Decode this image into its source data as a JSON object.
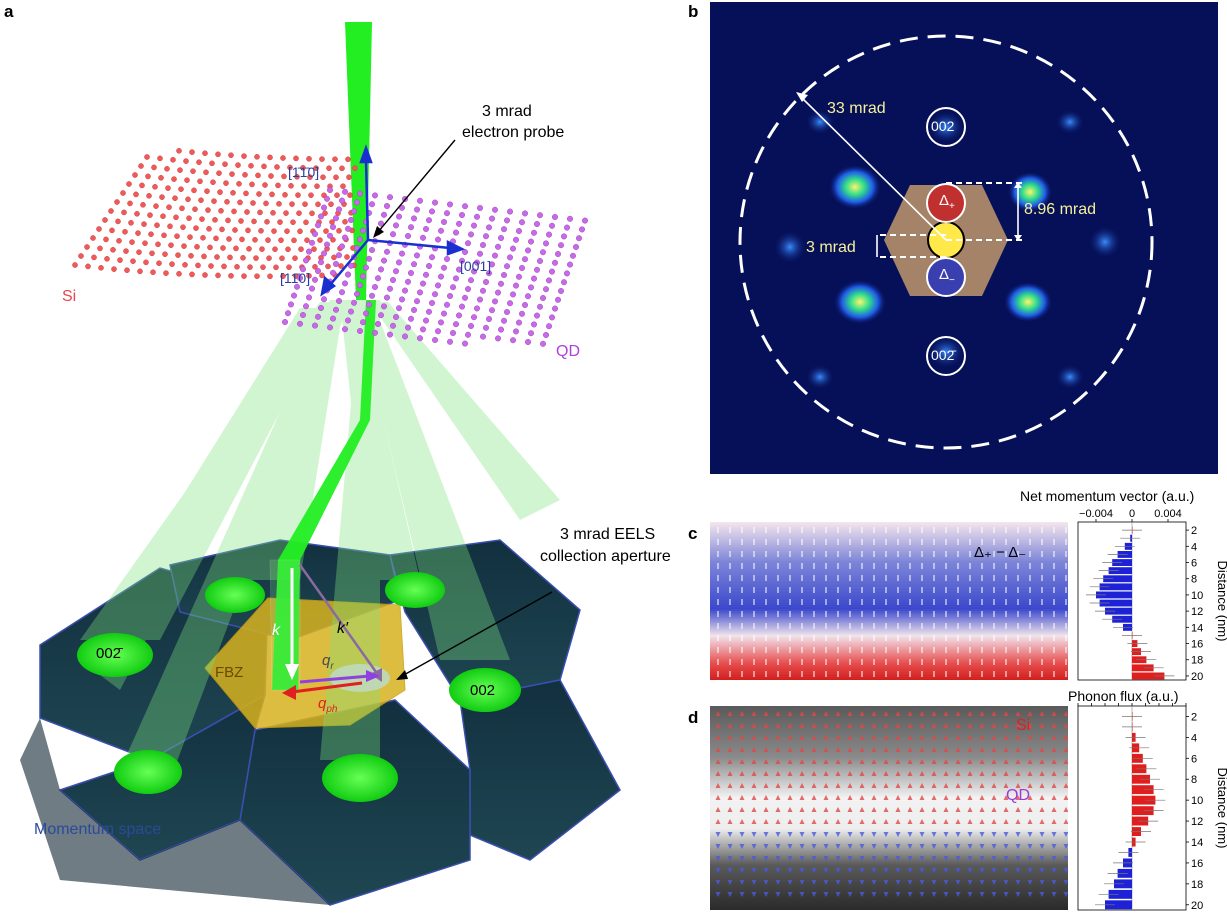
{
  "panels": {
    "a": "a",
    "b": "b",
    "c": "c",
    "d": "d"
  },
  "panel_a": {
    "probe_label_1": "3 mrad",
    "probe_label_2": "electron probe",
    "dir_top": "[1̄1̄0]",
    "dir_left": "[11̄0]",
    "dir_right": "[001]",
    "si_label": "Si",
    "qd_label": "QD",
    "aperture_label_1": "3 mrad EELS",
    "aperture_label_2": "collection aperture",
    "spot_left": "002̄",
    "spot_right": "002",
    "fbz": "FBZ",
    "k": "k",
    "k_prime": "k′",
    "q_r": "q",
    "q_r_sub": "r",
    "q_ph": "q",
    "q_ph_sub": "ph",
    "momentum_space": "Momentum space",
    "colors": {
      "si": "#e8474a",
      "qd": "#b040d8",
      "beam": "#22ee22",
      "axis": "#1a2fd0",
      "momentum": "#2a4a9c"
    }
  },
  "panel_b": {
    "outer_radius": "33 mrad",
    "spot_top": "002",
    "spot_bottom": "002̄",
    "delta_plus": "Δ",
    "delta_plus_sub": "+",
    "delta_minus": "Δ",
    "delta_minus_sub": "−",
    "spacing": "8.96 mrad",
    "aperture": "3 mrad"
  },
  "panel_c": {
    "top_axis_title": "Net momentum vector (a.u.)",
    "map_label": "Δ₊ − Δ₋",
    "axis_right_title": "Distance (nm)"
  },
  "panel_d": {
    "top_axis_title": "Phonon flux (a.u.)",
    "si_label": "Si",
    "qd_label": "QD",
    "axis_right_title": "Distance (nm)"
  },
  "chart_data": [
    {
      "type": "bar",
      "orientation": "horizontal",
      "title": "Net momentum vector (a.u.)",
      "xlabel": "Net momentum vector (a.u.)",
      "ylabel": "Distance (nm)",
      "xticks": [
        "−0.004",
        "0",
        "0.004"
      ],
      "xlim": [
        -0.006,
        0.006
      ],
      "yticks": [
        "2",
        "4",
        "6",
        "8",
        "10",
        "12",
        "14",
        "16",
        "18",
        "20"
      ],
      "y": [
        2,
        3,
        4,
        5,
        6,
        7,
        8,
        9,
        10,
        11,
        12,
        13,
        14,
        15,
        16,
        17,
        18,
        19,
        20
      ],
      "values": [
        0.0,
        -0.0002,
        -0.0008,
        -0.0016,
        -0.0022,
        -0.0026,
        -0.0032,
        -0.0036,
        -0.004,
        -0.0036,
        -0.003,
        -0.0022,
        -0.001,
        0.0,
        0.0006,
        0.001,
        0.0016,
        0.0024,
        0.0036
      ]
    },
    {
      "type": "bar",
      "orientation": "horizontal",
      "title": "Phonon flux (a.u.)",
      "xlabel": "Phonon flux (a.u.)",
      "ylabel": "Distance (nm)",
      "yticks": [
        "2",
        "4",
        "6",
        "8",
        "10",
        "12",
        "14",
        "16",
        "18",
        "20"
      ],
      "xlim": [
        -0.006,
        0.006
      ],
      "y": [
        2,
        3,
        4,
        5,
        6,
        7,
        8,
        9,
        10,
        11,
        12,
        13,
        14,
        15,
        16,
        17,
        18,
        19,
        20
      ],
      "values": [
        0.0,
        0.0,
        0.0004,
        0.0008,
        0.0012,
        0.0016,
        0.002,
        0.0024,
        0.0026,
        0.0024,
        0.0018,
        0.001,
        0.0004,
        -0.0004,
        -0.001,
        -0.0016,
        -0.002,
        -0.0026,
        -0.003
      ]
    }
  ]
}
